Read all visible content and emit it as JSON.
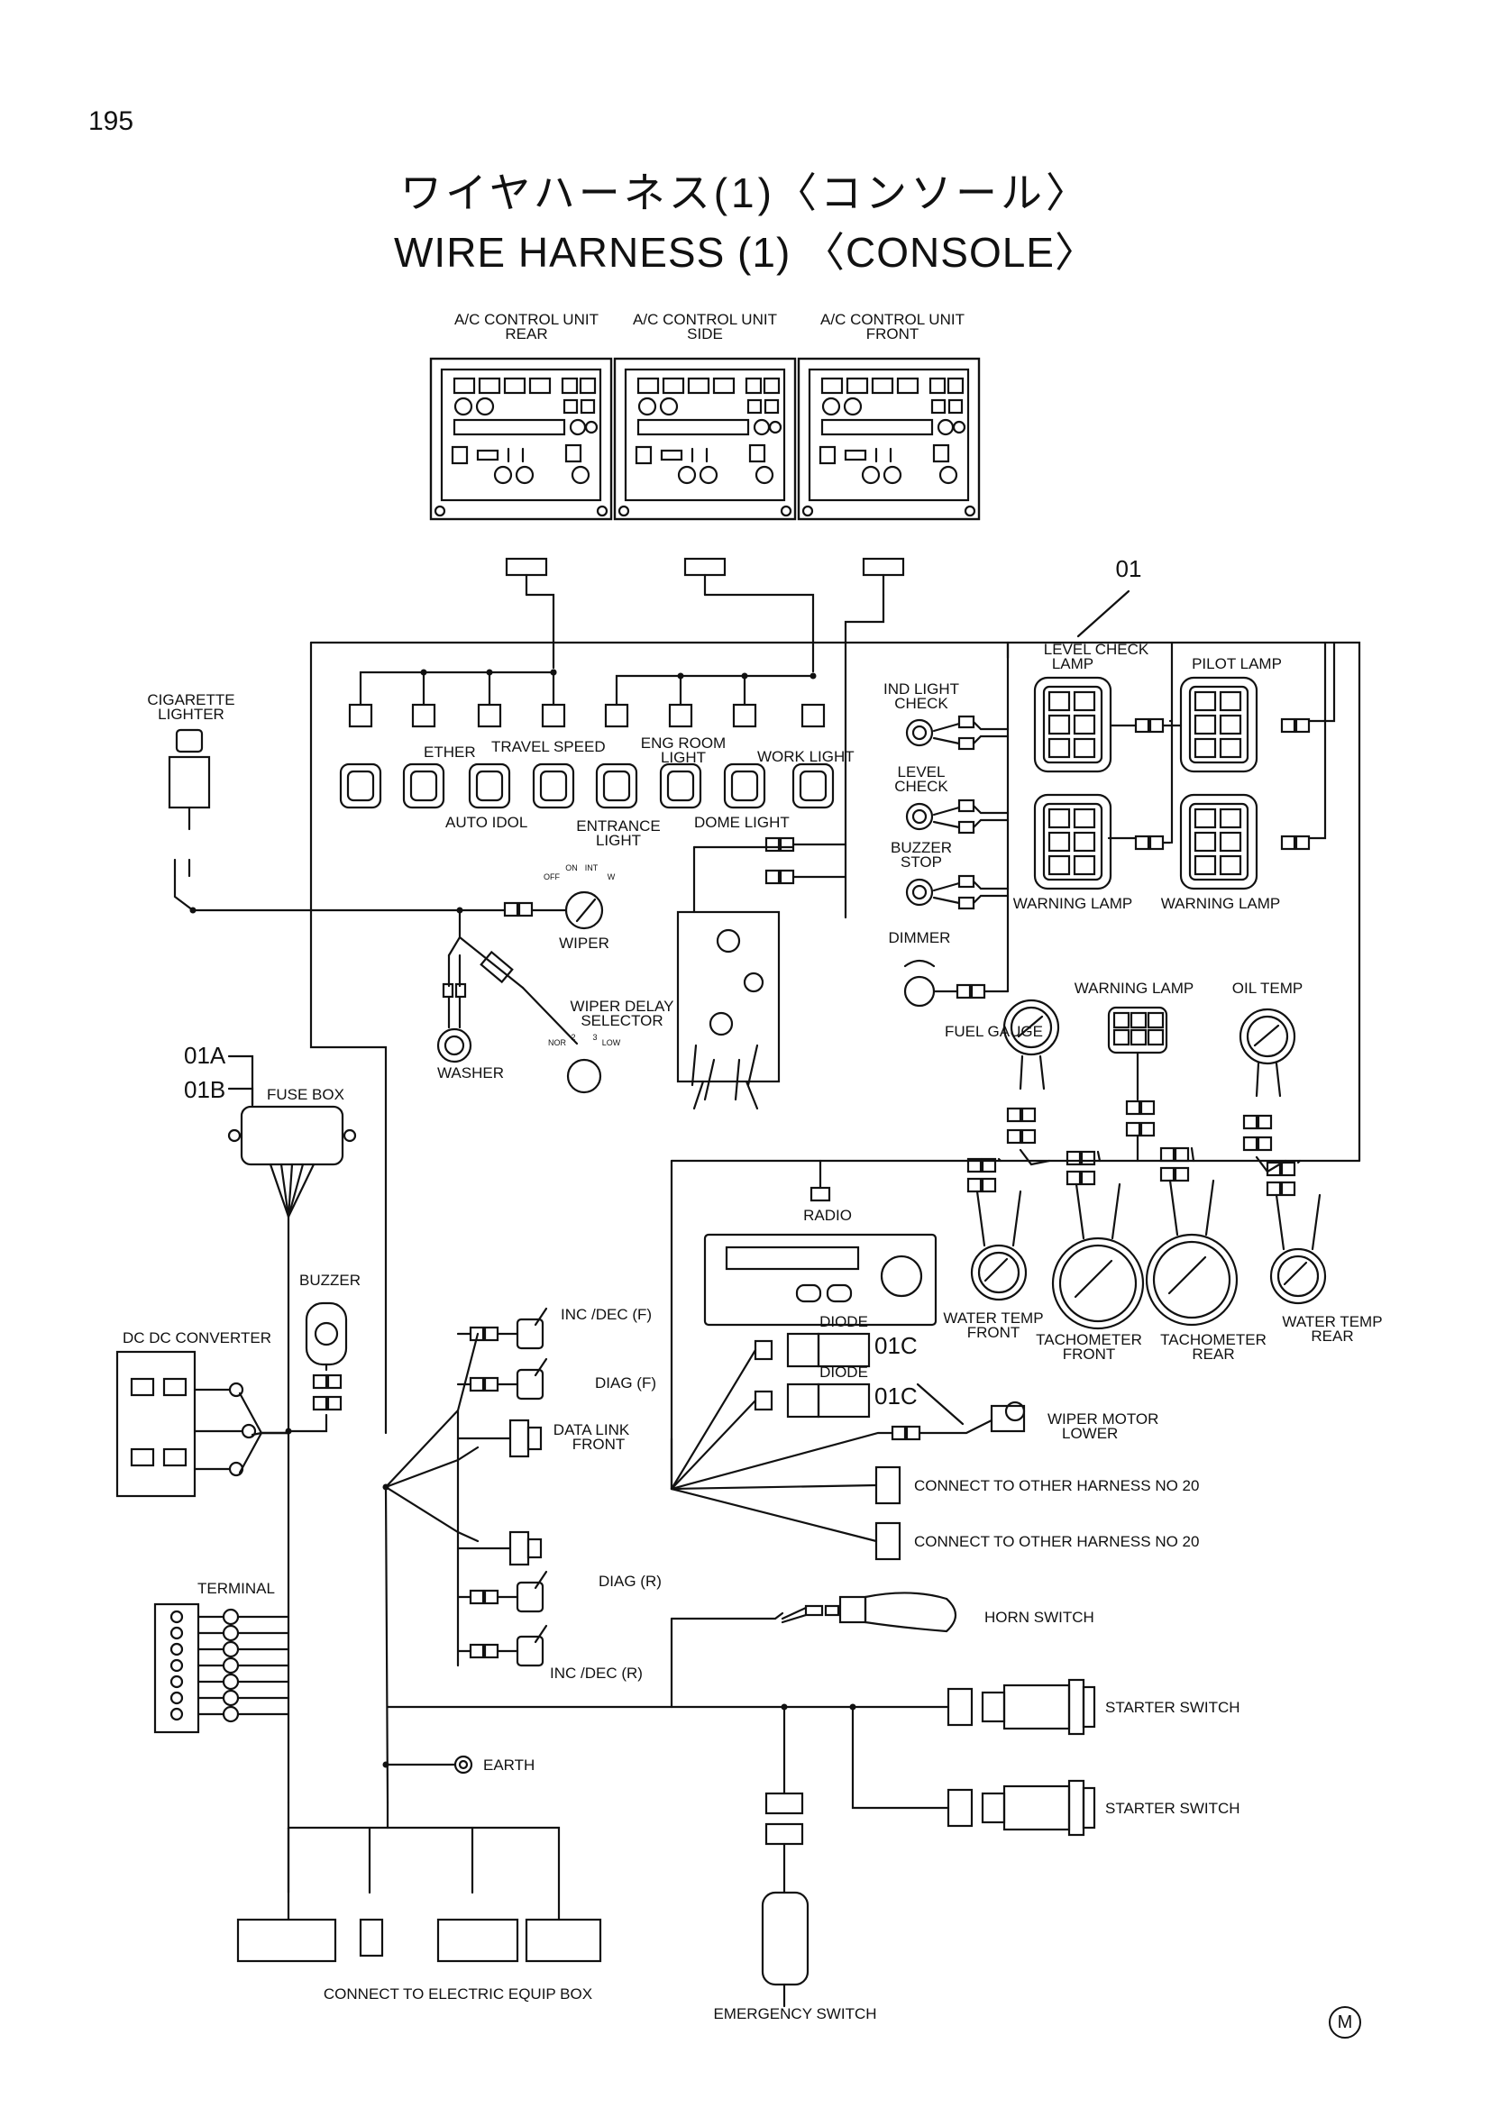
{
  "page_number": "195",
  "title_jp": "ワイヤハーネス(1)〈コンソール〉",
  "title_en": "WIRE   HARNESS (1) 〈CONSOLE〉",
  "corner_mark": "M",
  "labels": {
    "ac_rear": [
      "A/C CONTROL UNIT",
      "REAR"
    ],
    "ac_side": [
      "A/C CONTROL UNIT",
      "SIDE"
    ],
    "ac_front": [
      "A/C CONTROL UNIT",
      "FRONT"
    ],
    "callout_01": "01",
    "callout_01a": "01A",
    "callout_01b": "01B",
    "callout_01c_1": "01C",
    "callout_01c_2": "01C",
    "cigarette": [
      "CIGARETTE",
      "LIGHTER"
    ],
    "ether": "ETHER",
    "travel_speed": "TRAVEL SPEED",
    "eng_room": [
      "ENG ROOM",
      "LIGHT"
    ],
    "work_light": "WORK LIGHT",
    "auto_idol": "AUTO IDOL",
    "entrance": [
      "ENTRANCE",
      "LIGHT"
    ],
    "dome_light": "DOME LIGHT",
    "ind_light": [
      "IND LIGHT",
      "CHECK"
    ],
    "level_check": [
      "LEVEL",
      "CHECK"
    ],
    "buzzer_stop": [
      "BUZZER",
      "STOP"
    ],
    "level_check_lamp": [
      "LEVEL CHECK",
      "LAMP"
    ],
    "pilot_lamp": "PILOT LAMP",
    "warning_lamp_1": "WARNING LAMP",
    "warning_lamp_2": "WARNING LAMP",
    "warning_lamp_3": "WARNING LAMP",
    "oil_temp": "OIL TEMP",
    "dimmer": "DIMMER",
    "fuel_gauge": "FUEL GAUGE",
    "wiper": "WIPER",
    "wiper_switch_scale": [
      "OFF",
      "ON",
      "INT",
      "W"
    ],
    "wiper_delay": [
      "WIPER DELAY",
      "SELECTOR"
    ],
    "wiper_delay_scale": [
      "NOR",
      "2",
      "3",
      "LOW"
    ],
    "washer": "WASHER",
    "fuse_box": "FUSE BOX",
    "buzzer": "BUZZER",
    "dc_dc": "DC DC  CONVERTER",
    "terminal": "TERMINAL",
    "radio": "RADIO",
    "diode_1": "DIODE",
    "diode_2": "DIODE",
    "water_temp_front": [
      "WATER TEMP",
      "FRONT"
    ],
    "tacho_front": [
      "TACHOMETER",
      "FRONT"
    ],
    "tacho_rear": [
      "TACHOMETER",
      "REAR"
    ],
    "water_temp_rear": [
      "WATER TEMP",
      "REAR"
    ],
    "inc_dec_f": "INC /DEC  (F)",
    "diag_f": "DIAG  (F)",
    "data_link": [
      "DATA LINK",
      "FRONT"
    ],
    "diag_r": "DIAG  (R)",
    "inc_dec_r": "INC /DEC  (R)",
    "wiper_motor": [
      "WIPER MOTOR",
      "LOWER"
    ],
    "connect_other_1": "CONNECT  TO  OTHER  HARNESS  NO 20",
    "connect_other_2": "CONNECT  TO  OTHER  HARNESS  NO 20",
    "horn_switch": "HORN  SWITCH",
    "starter_1": "STARTER  SWITCH",
    "starter_2": "STARTER  SWITCH",
    "earth": "EARTH",
    "connect_electric": "CONNECT  TO  ELECTRIC  EQUIP  BOX",
    "emergency": "EMERGENCY  SWITCH"
  }
}
